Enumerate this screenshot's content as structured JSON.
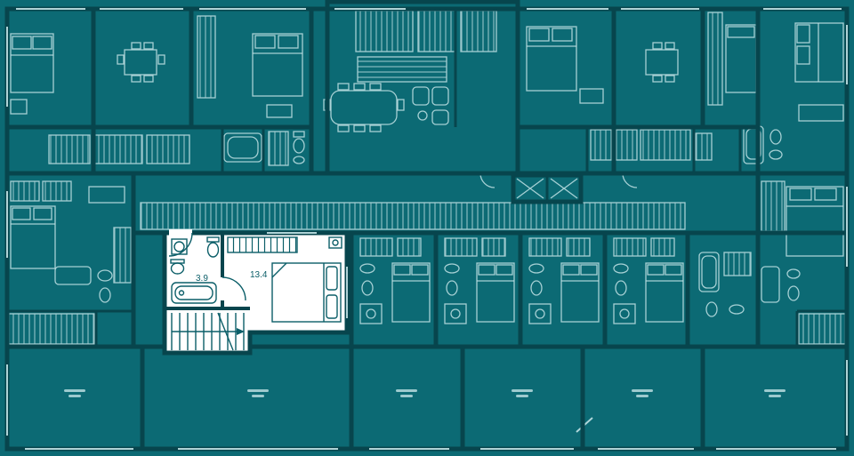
{
  "floor_plan": {
    "description": "building floor plan with one highlighted studio unit",
    "highlighted_unit": {
      "bathroom_area": "3.9",
      "living_area": "13.4"
    },
    "colors": {
      "background": "#0C6A74",
      "walls": "#07454D",
      "linework": "#C2E2E5",
      "highlight_fill": "#FFFFFF",
      "highlight_ink": "#0B5E68"
    }
  }
}
